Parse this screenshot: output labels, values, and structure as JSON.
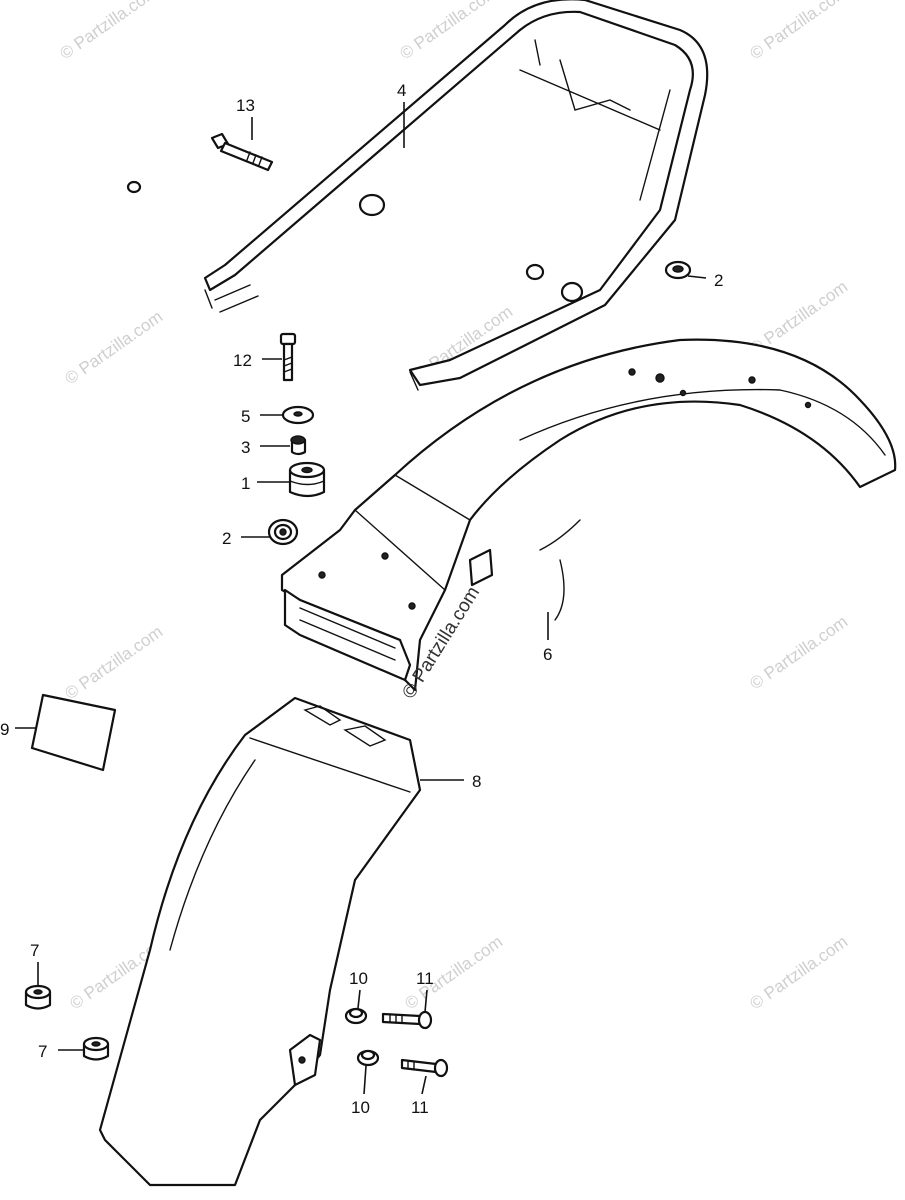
{
  "watermark": {
    "text": "© Partzilla.com"
  },
  "callouts": {
    "c13": "13",
    "c4": "4",
    "c2a": "2",
    "c12": "12",
    "c5": "5",
    "c3": "3",
    "c1": "1",
    "c2b": "2",
    "c6": "6",
    "c9": "9",
    "c8": "8",
    "c7a": "7",
    "c7b": "7",
    "c10a": "10",
    "c11a": "11",
    "c10b": "10",
    "c11b": "11"
  }
}
